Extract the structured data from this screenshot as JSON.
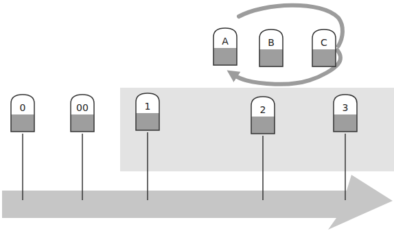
{
  "diagram": {
    "nodes": [
      {
        "text": [
          "A"
        ]
      },
      {
        "text": [
          "B"
        ]
      },
      {
        "text": [
          "C"
        ]
      },
      {
        "text": [
          "0"
        ]
      },
      {
        "text": [
          "00"
        ]
      },
      {
        "text": [
          "1"
        ]
      },
      {
        "text": [
          "2"
        ]
      },
      {
        "text": [
          "3"
        ]
      }
    ],
    "edges": [
      {
        "from": 2,
        "to": 0,
        "arrow": "to"
      }
    ]
  }
}
